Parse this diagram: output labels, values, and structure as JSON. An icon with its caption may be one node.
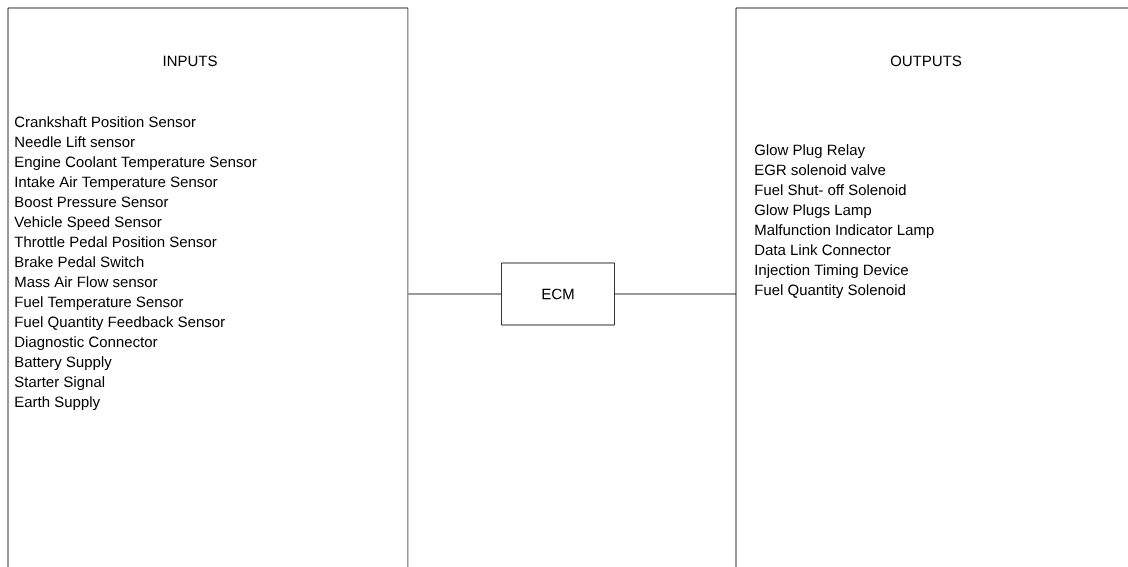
{
  "diagram": {
    "nodes": [
      {
        "text": [
          "INPUTS",
          "Crankshaft Position Sensor",
          "Needle Lift sensor",
          "Engine Coolant Temperature Sensor",
          "Intake Air Temperature Sensor",
          "Boost Pressure Sensor",
          "Vehicle Speed Sensor",
          "Throttle Pedal Position Sensor",
          "Brake Pedal Switch",
          "Mass Air Flow sensor",
          "Fuel Temperature Sensor",
          "Fuel Quantity Feedback Sensor",
          "Diagnostic Connector",
          "Battery Supply",
          "Starter Signal",
          "Earth Supply"
        ]
      },
      {
        "text": [
          "ECM"
        ]
      },
      {
        "text": [
          "OUTPUTS",
          "Glow Plug Relay",
          "EGR solenoid valve",
          "Fuel Shut- off Solenoid",
          "Glow Plugs Lamp",
          "Malfunction Indicator Lamp",
          "Data Link Connector",
          "Injection Timing Device",
          "Fuel Quantity Solenoid"
        ]
      }
    ],
    "edges": [
      {
        "from": 0,
        "to": 1,
        "arrow": "none"
      },
      {
        "from": 1,
        "to": 2,
        "arrow": "none"
      }
    ]
  }
}
